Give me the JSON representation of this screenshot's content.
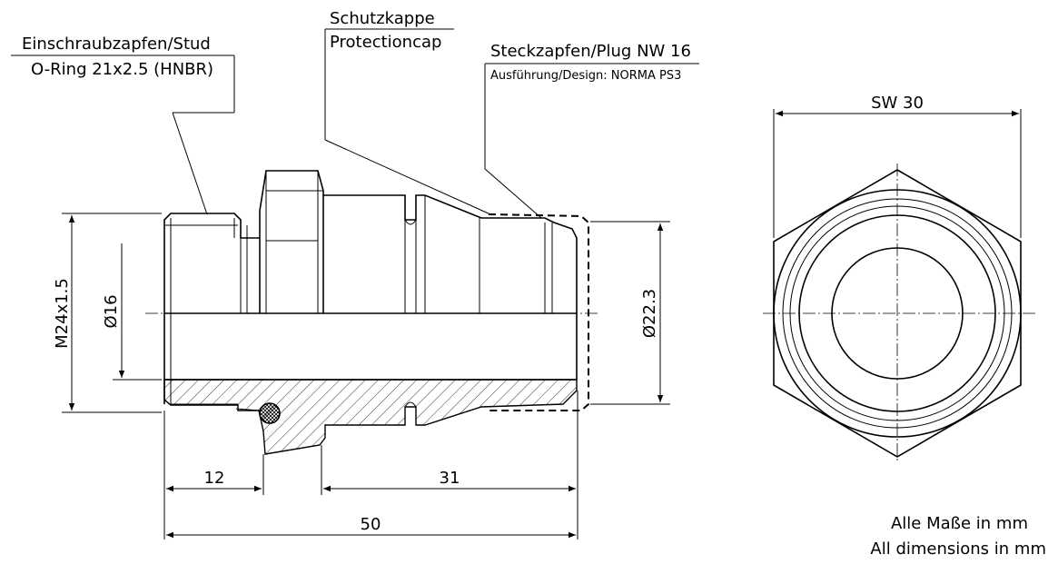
{
  "labels": {
    "stud_de_en": "Einschraubzapfen/Stud",
    "oring": "O-Ring 21x2.5 (HNBR)",
    "cap_de": "Schutzkappe",
    "cap_en": "Protectioncap",
    "plug": "Steckzapfen/Plug NW 16",
    "design": "Ausführung/Design: NORMA PS3"
  },
  "dimensions": {
    "thread": "M24x1.5",
    "bore": "Ø16",
    "outer": "Ø22.3",
    "len_stud": "12",
    "len_plug": "31",
    "len_total": "50",
    "wrench": "SW 30"
  },
  "notes": {
    "units_de": "Alle Maße in mm",
    "units_en": "All dimensions in mm"
  }
}
